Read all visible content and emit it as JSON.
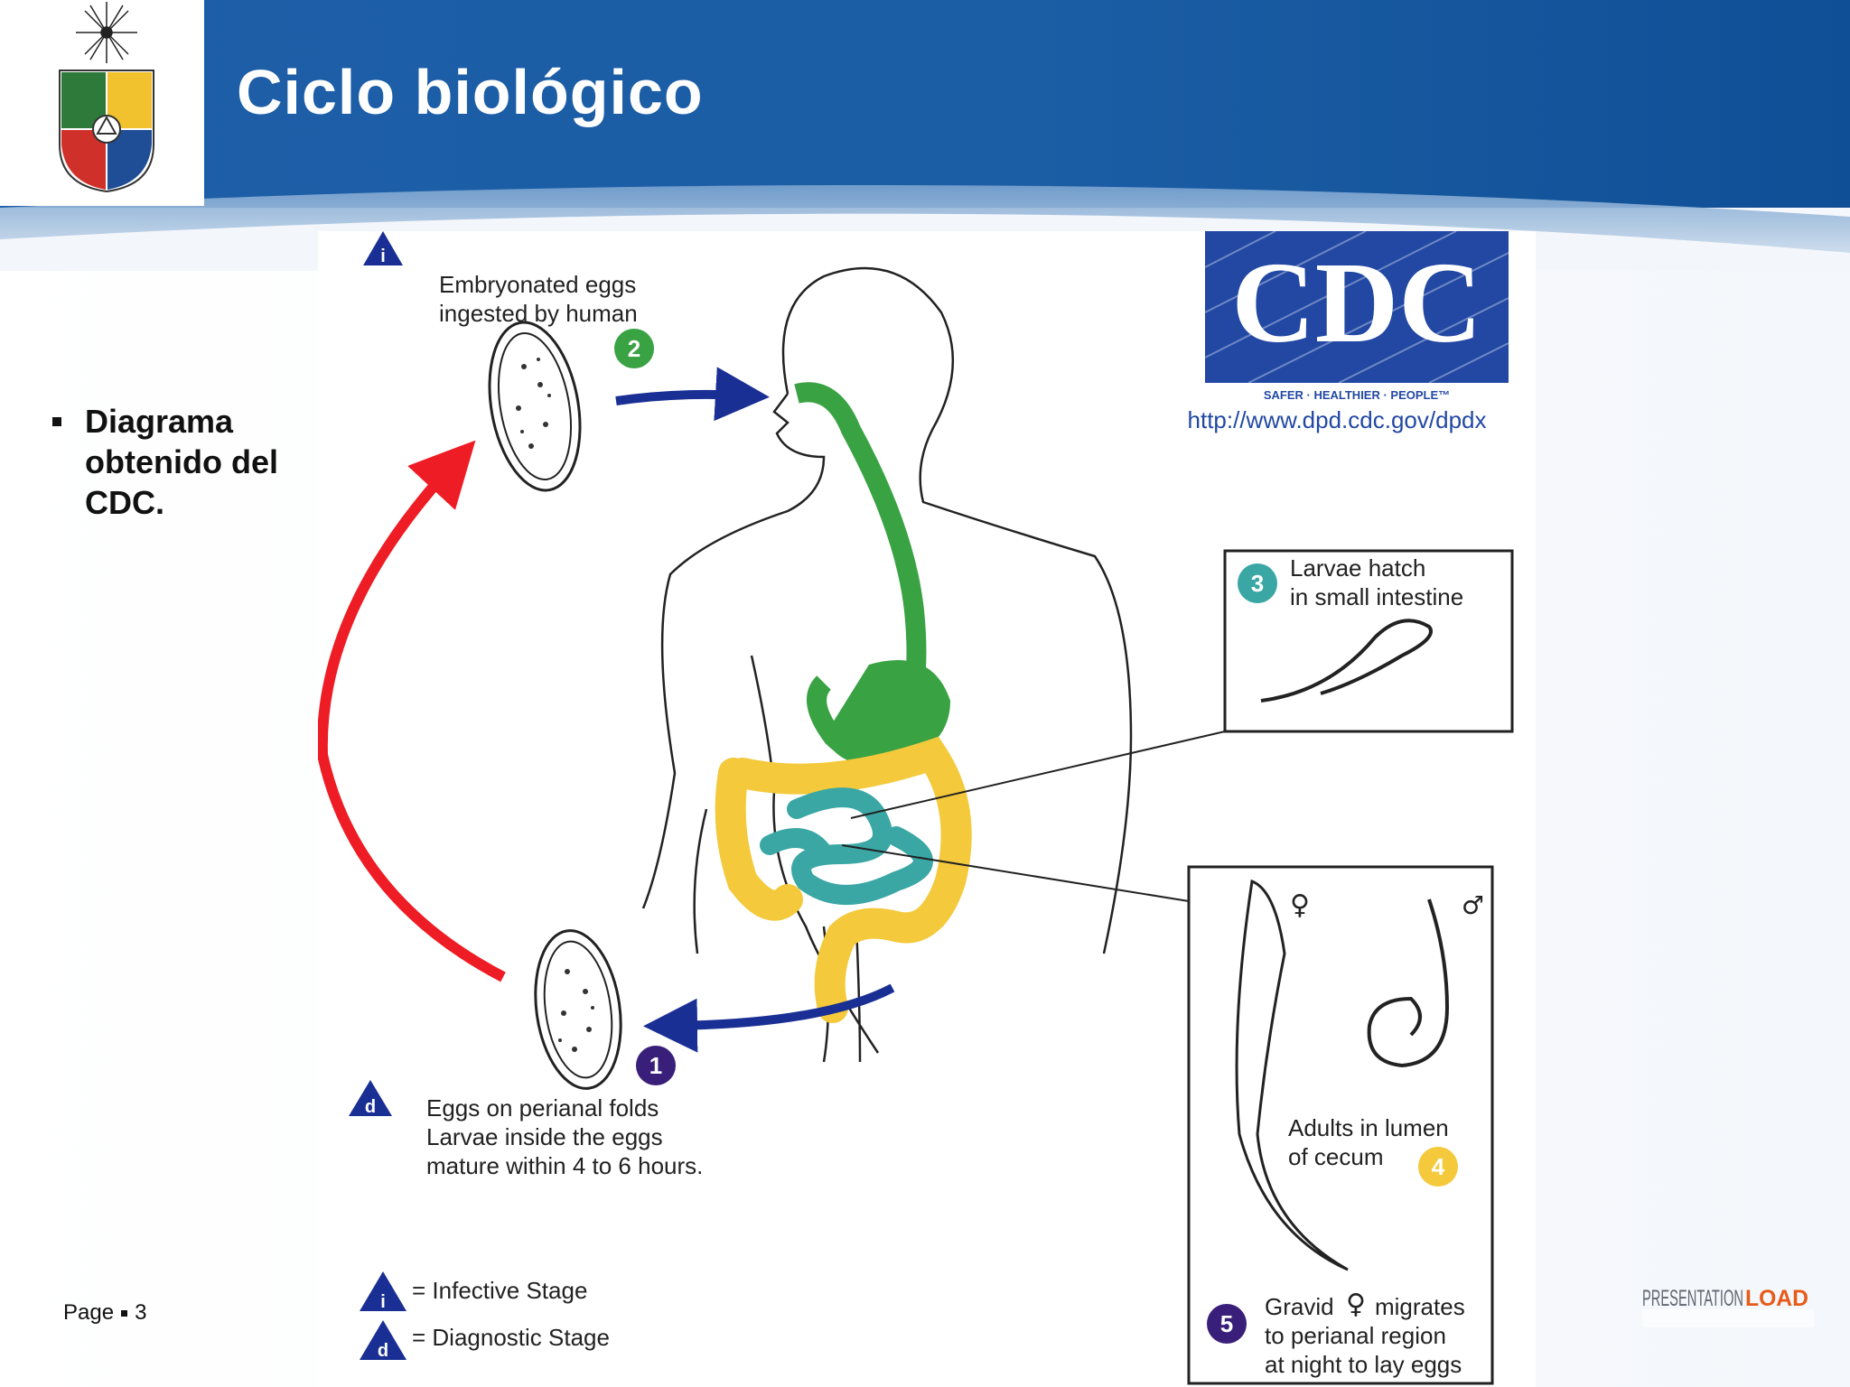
{
  "slide": {
    "title": "Ciclo biológico",
    "bullets": [
      "Diagrama obtenido del CDC."
    ],
    "page_label": "Page",
    "page_number": "3",
    "brand_left": "PRESENTATION",
    "brand_right": "LOAD"
  },
  "diagram": {
    "cdc_logo": "CDC",
    "cdc_tagline": "SAFER · HEALTHIER · PEOPLE™",
    "cdc_url": "http://www.dpd.cdc.gov/dpdx",
    "step_i_line1": "Embryonated eggs",
    "step_i_line2": "ingested by human",
    "step_2": "2",
    "step_3": "3",
    "step_3_line1": "Larvae hatch",
    "step_3_line2": "in small intestine",
    "step_4": "4",
    "step_4_line1": "Adults in lumen",
    "step_4_line2": "of cecum",
    "female_symbol": "♀",
    "male_symbol": "♂",
    "step_5": "5",
    "step_5_line1a": "Gravid",
    "step_5_line1b": "migrates",
    "step_5_line2": "to perianal region",
    "step_5_line3": "at night to lay eggs",
    "step_1": "1",
    "step_d_line1": "Eggs on perianal folds",
    "step_d_line2": "Larvae inside the eggs",
    "step_d_line3": "mature within 4 to 6 hours.",
    "badge_i": "i",
    "badge_d": "d",
    "legend_infective": "= Infective Stage",
    "legend_diagnostic": "= Diagnostic Stage"
  },
  "colors": {
    "header_blue": "#1a5aa3",
    "cycle_arrow_red": "#ee1c24",
    "flow_arrow_blue": "#1a2f94",
    "step_green": "#39a242",
    "step_teal": "#3aa7a5",
    "step_yellow": "#f4c93b",
    "step_purple": "#3a1f7a",
    "cdc_blue": "#2248a4"
  }
}
